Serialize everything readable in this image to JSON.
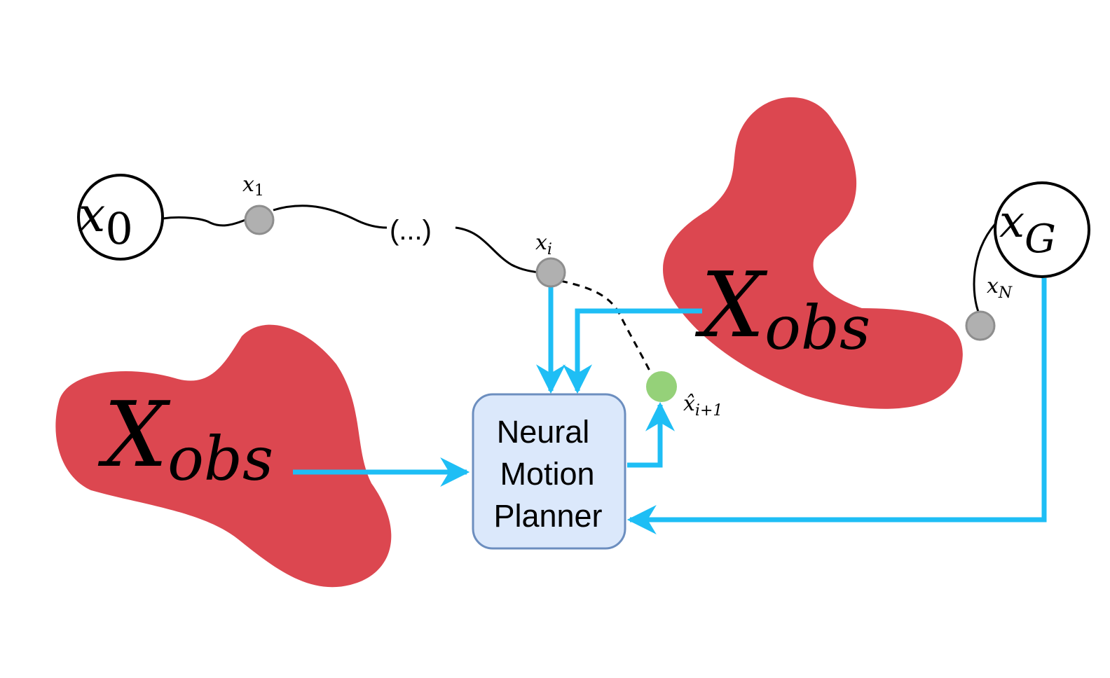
{
  "colors": {
    "obstacle": "#dc4750",
    "arrow": "#1ebef5",
    "waypoint": "#b0b0b0",
    "waypoint_stroke": "#8e8e8e",
    "predicted": "#95d179",
    "planner_fill": "#dbe8fb",
    "planner_stroke": "#6c8ebf"
  },
  "nodes": {
    "start": {
      "base": "x",
      "sub": "0"
    },
    "goal": {
      "base": "x",
      "sub": "G"
    }
  },
  "waypoints": {
    "x1": {
      "base": "x",
      "sub": "1"
    },
    "xi": {
      "base": "x",
      "sub": "i"
    },
    "xN": {
      "base": "x",
      "sub": "N"
    },
    "xhat": {
      "base": "x̂",
      "sub": "i+1"
    }
  },
  "ellipsis": "(...)",
  "obstacles": [
    {
      "base": "X",
      "sub": "obs"
    },
    {
      "base": "X",
      "sub": "obs"
    }
  ],
  "planner": {
    "lines": [
      "Neural",
      "Motion",
      "Planner"
    ]
  }
}
